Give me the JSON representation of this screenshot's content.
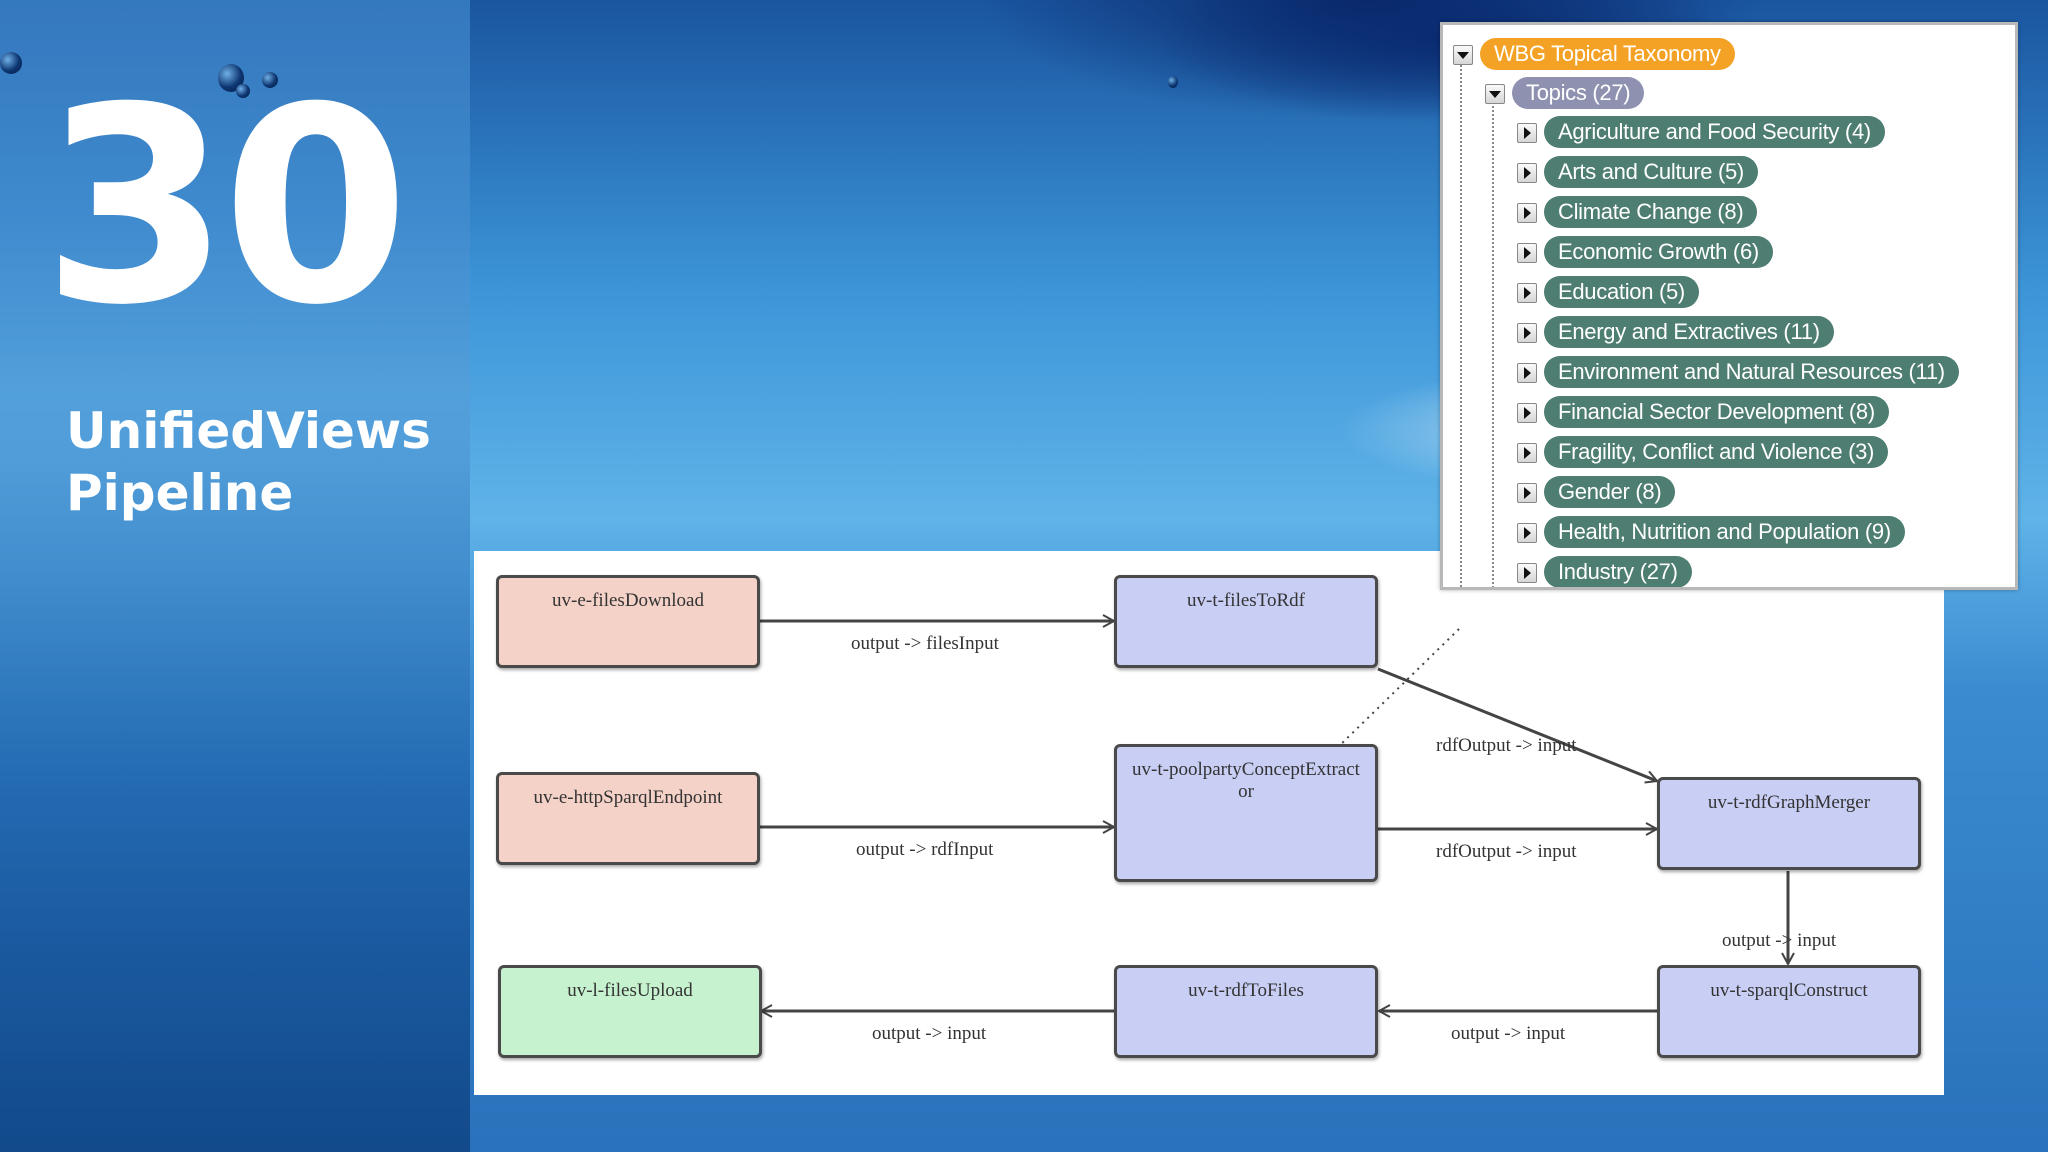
{
  "slide": {
    "number": "30",
    "title_line1": "UnifiedViews",
    "title_line2": "Pipeline"
  },
  "pipeline": {
    "nodes": [
      {
        "id": "filesDownload",
        "label": "uv-e-filesDownload",
        "kind": "extractor"
      },
      {
        "id": "httpSparqlEndpoint",
        "label": "uv-e-httpSparqlEndpoint",
        "kind": "extractor"
      },
      {
        "id": "filesUpload",
        "label": "uv-l-filesUpload",
        "kind": "loader"
      },
      {
        "id": "filesToRdf",
        "label": "uv-t-filesToRdf",
        "kind": "transformer"
      },
      {
        "id": "poolparty",
        "label": "uv-t-poolpartyConceptExtractor",
        "kind": "transformer"
      },
      {
        "id": "rdfToFiles",
        "label": "uv-t-rdfToFiles",
        "kind": "transformer"
      },
      {
        "id": "rdfGraphMerger",
        "label": "uv-t-rdfGraphMerger",
        "kind": "transformer"
      },
      {
        "id": "sparqlConstruct",
        "label": "uv-t-sparqlConstruct",
        "kind": "transformer"
      }
    ],
    "edges": [
      {
        "from": "filesDownload",
        "to": "filesToRdf",
        "label": "output -> filesInput"
      },
      {
        "from": "httpSparqlEndpoint",
        "to": "poolparty",
        "label": "output -> rdfInput"
      },
      {
        "from": "filesToRdf",
        "to": "rdfGraphMerger",
        "label": "rdfOutput -> input"
      },
      {
        "from": "poolparty",
        "to": "rdfGraphMerger",
        "label": "rdfOutput -> input"
      },
      {
        "from": "rdfGraphMerger",
        "to": "sparqlConstruct",
        "label": "output -> input"
      },
      {
        "from": "sparqlConstruct",
        "to": "rdfToFiles",
        "label": "output -> input"
      },
      {
        "from": "rdfToFiles",
        "to": "filesUpload",
        "label": "output -> input"
      }
    ],
    "colors": {
      "extractor": "#f4d2c8",
      "transformer": "#c8cef4",
      "loader": "#c7f2cf",
      "edge": "#444444"
    }
  },
  "taxonomy": {
    "root_label": "WBG Topical Taxonomy",
    "topics_label": "Topics (27)",
    "topics": [
      "Agriculture and Food Security (4)",
      "Arts and Culture (5)",
      "Climate Change (8)",
      "Economic Growth (6)",
      "Education (5)",
      "Energy and Extractives (11)",
      "Environment and Natural Resources (11)",
      "Financial Sector Development (8)",
      "Fragility, Conflict and Violence (3)",
      "Gender (8)",
      "Health, Nutrition and Population (9)",
      "Industry (27)"
    ],
    "colors": {
      "root": "#f4a225",
      "topics": "#8f91b0",
      "topic": "#4e7d72"
    }
  }
}
